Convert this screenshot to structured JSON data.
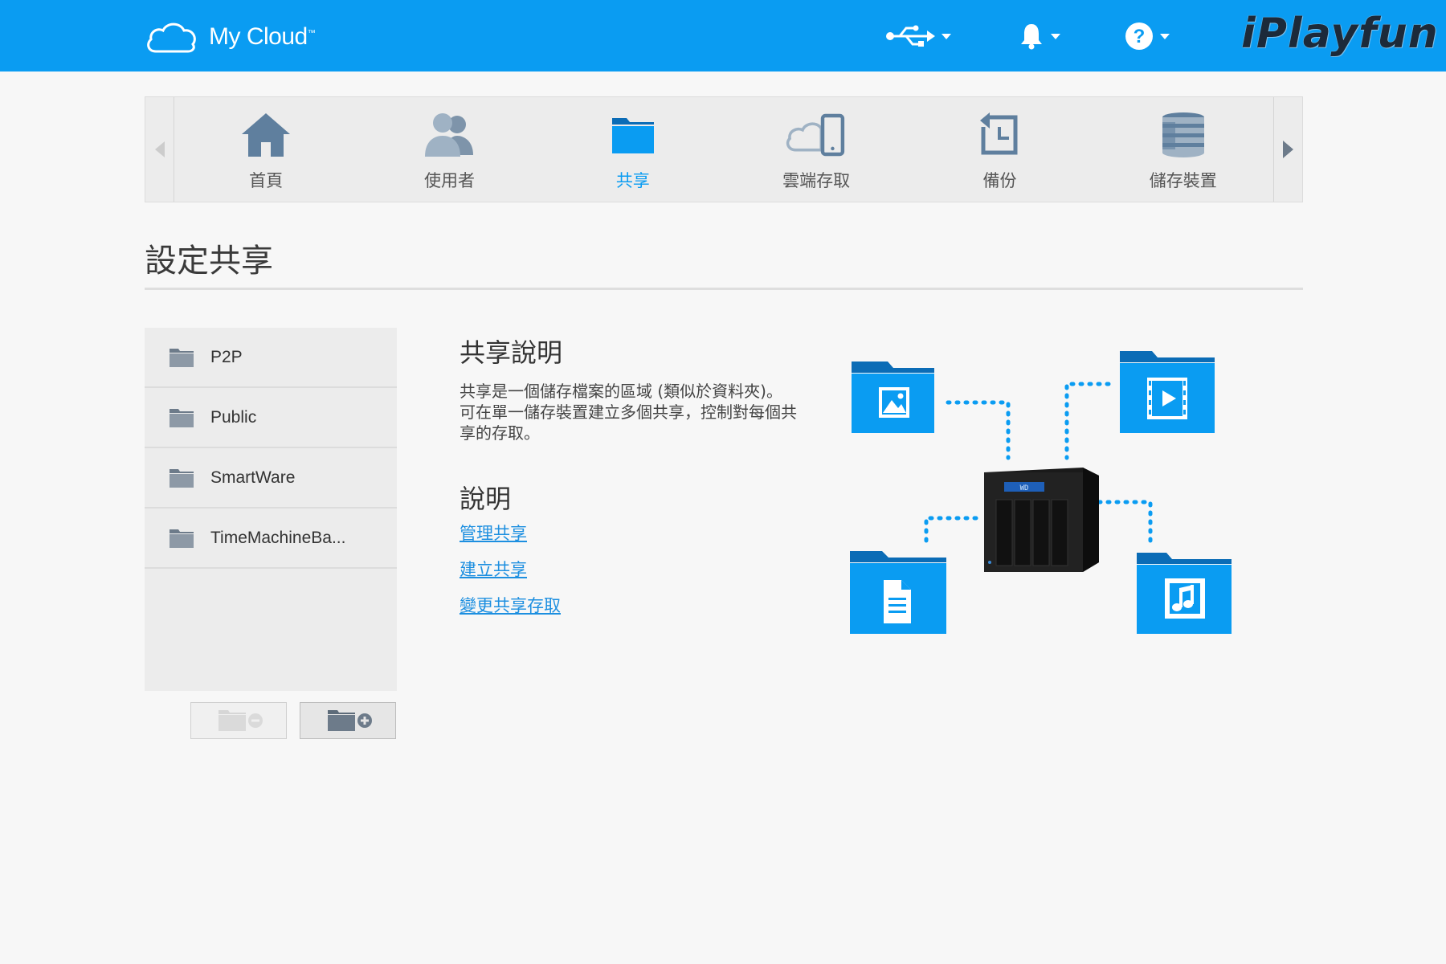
{
  "header": {
    "app_name": "My Cloud",
    "app_name_tm": "™",
    "usb_icon": "usb-icon",
    "bell_icon": "bell-icon",
    "help_icon": "help-icon",
    "watermark": "iPlayfun"
  },
  "colors": {
    "brand": "#0a9cf2",
    "link": "#1d8fe0",
    "folder_blue": "#0a9cf2",
    "folder_tab": "#0b6cb6"
  },
  "nav": {
    "items": [
      {
        "label": "首頁",
        "icon": "home-icon",
        "active": false
      },
      {
        "label": "使用者",
        "icon": "users-icon",
        "active": false
      },
      {
        "label": "共享",
        "icon": "folder-icon",
        "active": true
      },
      {
        "label": "雲端存取",
        "icon": "cloud-mobile-icon",
        "active": false
      },
      {
        "label": "備份",
        "icon": "backup-icon",
        "active": false
      },
      {
        "label": "儲存裝置",
        "icon": "storage-icon",
        "active": false
      }
    ]
  },
  "page": {
    "title": "設定共享"
  },
  "shares": {
    "items": [
      {
        "label": "P2P"
      },
      {
        "label": "Public"
      },
      {
        "label": "SmartWare"
      },
      {
        "label": "TimeMachineBa..."
      }
    ]
  },
  "info": {
    "heading": "共享說明",
    "body": "共享是一個儲存檔案的區域 (類似於資料夾)。可在單一儲存裝置建立多個共享，控制對每個共享的存取。",
    "help_heading": "說明",
    "links": [
      "管理共享",
      "建立共享",
      "變更共享存取"
    ]
  },
  "illustration": {
    "device_display": "WD"
  }
}
